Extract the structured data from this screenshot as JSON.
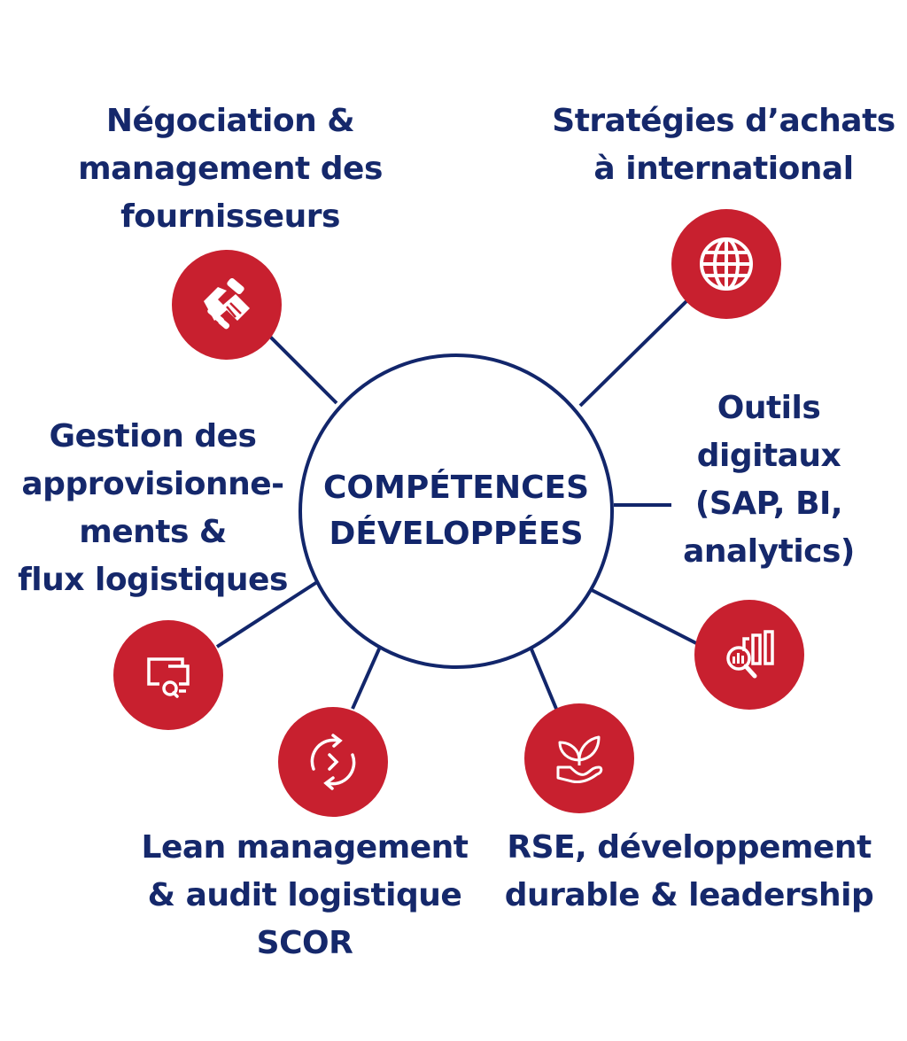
{
  "colors": {
    "navy": "#12266b",
    "red": "#c8202f",
    "background": "#ffffff"
  },
  "center": {
    "lines": [
      "COMPÉTENCES",
      "DÉVELOPPÉES"
    ]
  },
  "branches": [
    {
      "id": "negociation",
      "icon": "handshake-icon",
      "lines": [
        "Négociation &",
        "management des",
        "fournisseurs"
      ]
    },
    {
      "id": "strategies",
      "icon": "globe-icon",
      "lines": [
        "Stratégies d’achats",
        "à international"
      ]
    },
    {
      "id": "outils",
      "icon": null,
      "lines": [
        "Outils",
        "digitaux",
        "(SAP, BI,",
        "analytics)"
      ]
    },
    {
      "id": "analytics",
      "icon": "analytics-magnifier-icon",
      "lines": []
    },
    {
      "id": "rse",
      "icon": "plant-hand-icon",
      "lines": [
        "RSE, développement",
        "durable & leadership"
      ]
    },
    {
      "id": "lean",
      "icon": "cycle-arrows-icon",
      "lines": [
        "Lean management",
        "& audit logistique",
        "SCOR"
      ]
    },
    {
      "id": "approvisionnements",
      "icon": "screen-search-icon",
      "lines": [
        "Gestion des",
        "approvisionne-",
        "ments &",
        "flux logistiques"
      ]
    }
  ]
}
